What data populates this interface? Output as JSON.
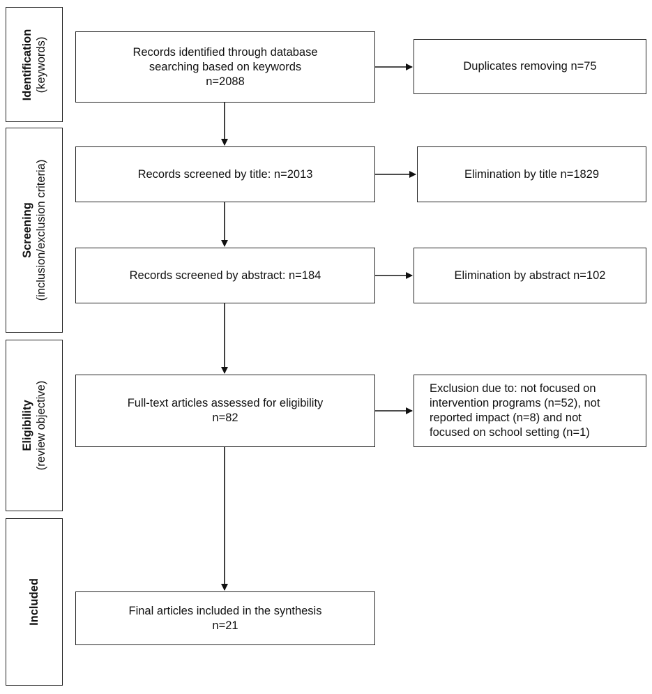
{
  "stages": {
    "identification": {
      "title": "Identification",
      "subtitle": "(keywords)"
    },
    "screening": {
      "title": "Screening",
      "subtitle": "(inclusion/exclusion criteria)"
    },
    "eligibility": {
      "title": "Eligibility",
      "subtitle": "(review objective)"
    },
    "included": {
      "title": "Included",
      "subtitle": ""
    }
  },
  "main": {
    "identified": {
      "line1": "Records identified through database",
      "line2": "searching based on keywords",
      "line3": "n=2088"
    },
    "title_screen": {
      "line1": "Records screened by title:  n=2013"
    },
    "abstract_screen": {
      "line1": "Records screened by abstract: n=184"
    },
    "fulltext": {
      "line1": "Full-text articles assessed for eligibility",
      "line2": "n=82"
    },
    "final": {
      "line1": "Final articles included in the synthesis",
      "line2": "n=21"
    }
  },
  "side": {
    "duplicates": {
      "line1": "Duplicates removing n=75"
    },
    "title_elim": {
      "line1": "Elimination  by title n=1829"
    },
    "abstract_elim": {
      "line1": "Elimination  by abstract n=102"
    },
    "exclusion": {
      "line1": "Exclusion due to: not focused on",
      "line2": "intervention programs (n=52), not",
      "line3": "reported impact (n=8) and not",
      "line4": "focused on school setting (n=1)"
    }
  }
}
